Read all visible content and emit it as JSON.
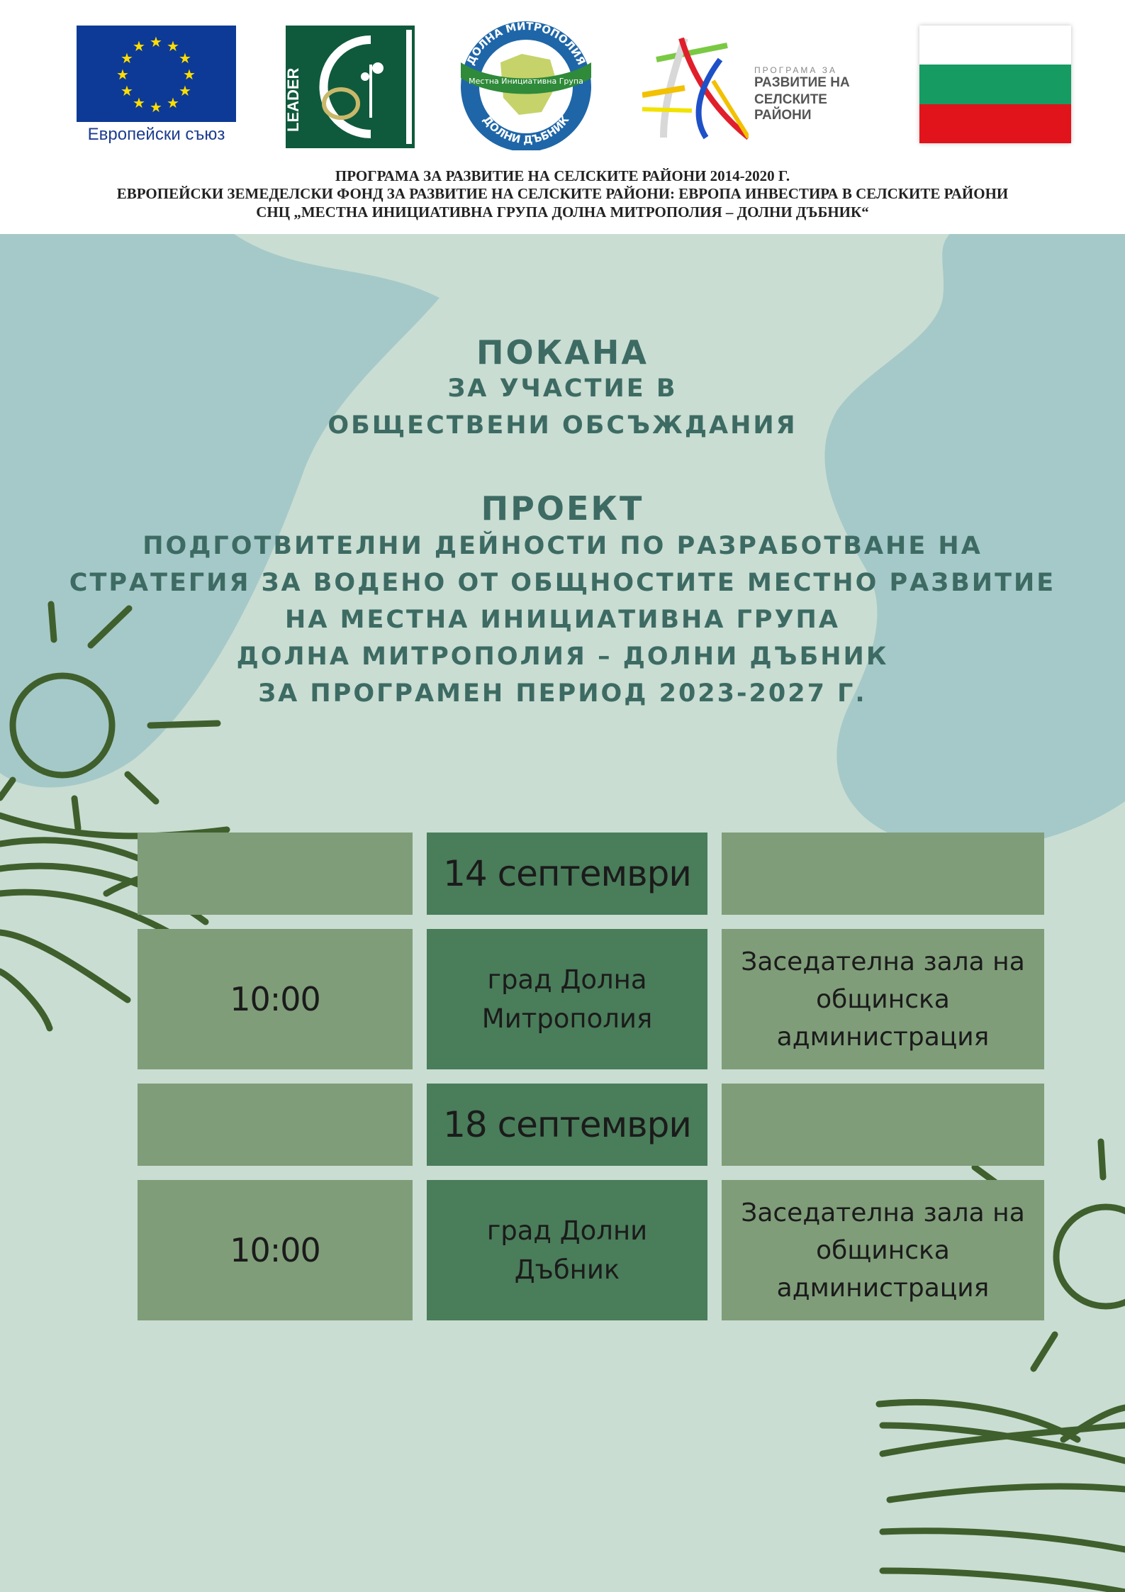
{
  "header": {
    "eu_caption": "Европейски съюз",
    "leader_label": "LEADER",
    "lag_ring_top": "ДОЛНА МИТРОПОЛИЯ",
    "lag_ring_bottom": "ДОЛНИ ДЪБНИК",
    "lag_banner": "Местна Инициативна Група",
    "rdp_small": "ПРОГРАМА ЗА",
    "rdp_line1": "РАЗВИТИЕ НА",
    "rdp_line2": "СЕЛСКИТЕ РАЙОНИ",
    "programme_line1": "ПРОГРАМА ЗА РАЗВИТИЕ НА СЕЛСКИТЕ РАЙОНИ 2014-2020 Г.",
    "programme_line2": "ЕВРОПЕЙСКИ ЗЕМЕДЕЛСКИ ФОНД ЗА РАЗВИТИЕ НА СЕЛСКИТЕ РАЙОНИ: ЕВРОПА ИНВЕСТИРА В СЕЛСКИТЕ РАЙОНИ",
    "programme_line3": "СНЦ „МЕСТНА ИНИЦИАТИВНА ГРУПА ДОЛНА МИТРОПОЛИЯ – ДОЛНИ ДЪБНИК“"
  },
  "invitation": {
    "title": "ПОКАНА",
    "subtitle_line1": "ЗА УЧАСТИЕ В",
    "subtitle_line2": "ОБЩЕСТВЕНИ ОБСЪЖДАНИЯ"
  },
  "project": {
    "title": "ПРОЕКТ",
    "lines": [
      "ПОДГОТВИТЕЛНИ ДЕЙНОСТИ ПО РАЗРАБОТВАНЕ НА",
      "СТРАТЕГИЯ ЗА ВОДЕНО ОТ ОБЩНОСТИТЕ МЕСТНО РАЗВИТИЕ",
      "НА МЕСТНА ИНИЦИАТИВНА ГРУПА",
      "ДОЛНА МИТРОПОЛИЯ – ДОЛНИ ДЪБНИК",
      "ЗА ПРОГРАМЕН ПЕРИОД 2023-2027 Г."
    ]
  },
  "schedule": [
    {
      "date": "14 септември",
      "time": "10:00",
      "place_line1": "град Долна",
      "place_line2": "Митрополия",
      "venue_line1": "Заседателна зала на",
      "venue_line2": "общинска",
      "venue_line3": "администрация"
    },
    {
      "date": "18 септември",
      "time": "10:00",
      "place_line1": "град Долни",
      "place_line2": "Дъбник",
      "venue_line1": "Заседателна зала на",
      "venue_line2": "общинска",
      "venue_line3": "администрация"
    }
  ],
  "colors": {
    "background": "#c9ddd2",
    "blob": "#a5c9c8",
    "heading_text": "#3d6b63",
    "cell_light": "#7f9d79",
    "cell_dark": "#4a7d5a",
    "line_art": "#3f5f2d"
  }
}
